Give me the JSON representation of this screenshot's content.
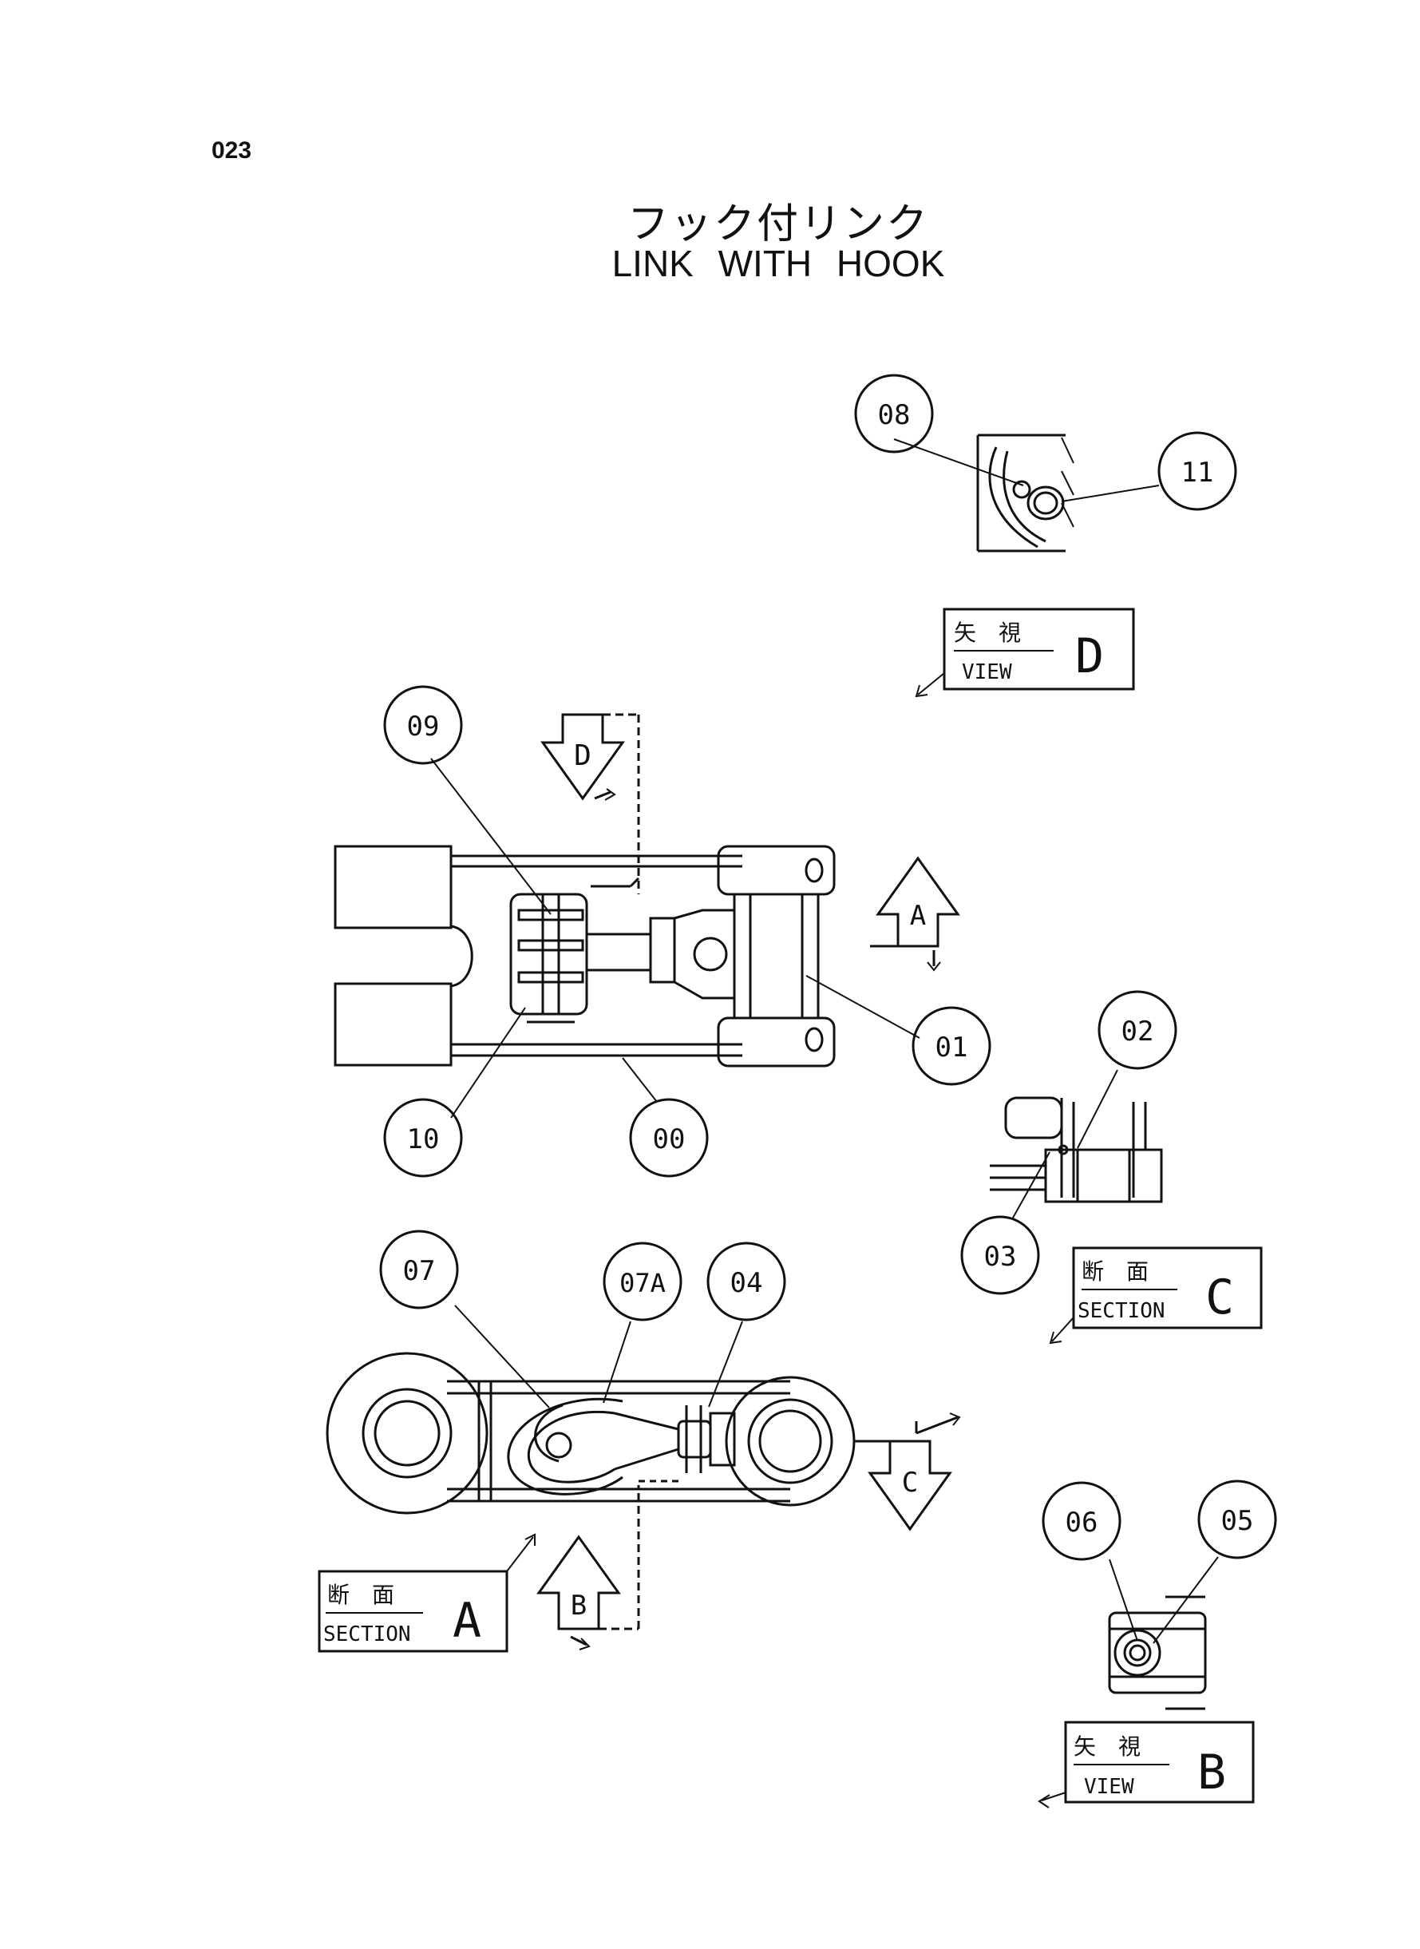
{
  "page_number": "023",
  "title_jp": "フック付リンク",
  "title_en": "LINK WITH HOOK",
  "callouts": [
    "00",
    "01",
    "02",
    "03",
    "04",
    "05",
    "06",
    "07",
    "07A",
    "08",
    "09",
    "10",
    "11"
  ],
  "view_direction_arrows": [
    "D",
    "A",
    "C",
    "B"
  ],
  "view_labels": [
    {
      "jp": "矢　視",
      "en": "VIEW",
      "letter": "D"
    },
    {
      "jp": "断　面",
      "en": "SECTION",
      "letter": "C"
    },
    {
      "jp": "断　面",
      "en": "SECTION",
      "letter": "A"
    },
    {
      "jp": "矢　視",
      "en": "VIEW",
      "letter": "B"
    }
  ]
}
